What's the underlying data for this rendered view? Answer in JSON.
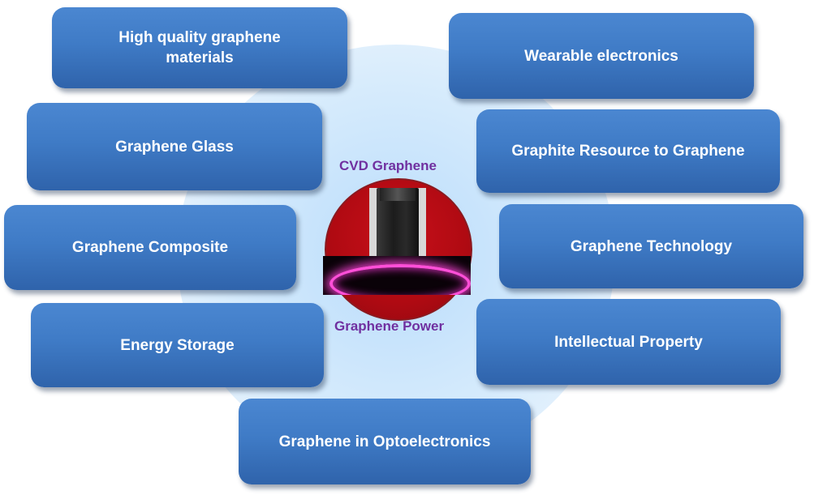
{
  "hub": {
    "top_label": "CVD Graphene",
    "bottom_label": "Graphene Power"
  },
  "boxes": {
    "high_quality_line1": "High quality graphene",
    "high_quality_line2": "materials",
    "wearable": "Wearable electronics",
    "glass": "Graphene Glass",
    "graphite_resource": "Graphite Resource to Graphene",
    "composite": "Graphene Composite",
    "technology": "Graphene Technology",
    "energy_storage": "Energy Storage",
    "intellectual_property": "Intellectual Property",
    "optoelectronics": "Graphene in Optoelectronics"
  },
  "colors": {
    "box_fill": "#3f7bc6",
    "box_text": "#ffffff",
    "hub_text": "#7030a0",
    "hub_circle": "#c8101a",
    "background_circle": "#cfe6fb"
  },
  "icons": {
    "vial": "vial-image",
    "plasma": "plasma-ring-image"
  }
}
